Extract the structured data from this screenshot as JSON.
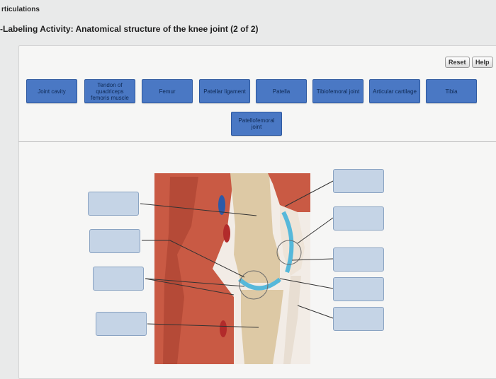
{
  "header": {
    "breadcrumb": "rticulations",
    "activity_title": "-Labeling Activity: Anatomical structure of the knee joint (2 of 2)"
  },
  "toolbar": {
    "reset_label": "Reset",
    "help_label": "Help"
  },
  "labels": [
    "Joint cavity",
    "Tendon of quadriceps femoris muscle",
    "Femur",
    "Patellar ligament",
    "Patella",
    "Tibiofemoral joint",
    "Articular cartilage",
    "Tibia",
    "Patellofemoral joint"
  ],
  "colors": {
    "chip": "#4a78c4",
    "drop_target": "#c5d4e6",
    "cartilage": "#56b8da",
    "muscle": "#c0503d",
    "bone": "#d9c4a2"
  }
}
